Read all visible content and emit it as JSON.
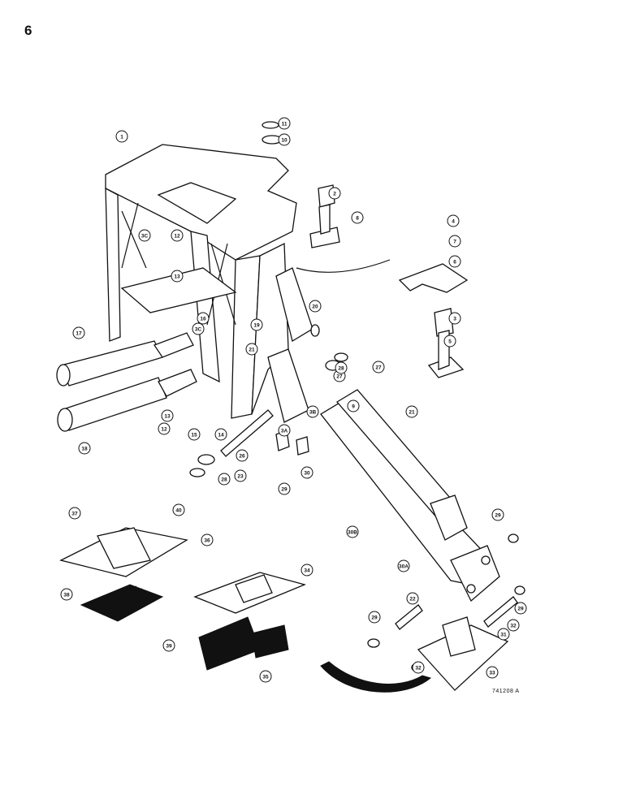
{
  "page_number": "6",
  "drawing_code": "741208 A",
  "callouts": [
    "1",
    "2",
    "3",
    "3A",
    "3B",
    "3C",
    "3C",
    "4",
    "5",
    "6",
    "7",
    "8",
    "9",
    "10",
    "11",
    "12",
    "12",
    "13",
    "13",
    "14",
    "15",
    "16",
    "17",
    "18",
    "19",
    "20",
    "21",
    "21",
    "22",
    "23",
    "26",
    "27",
    "27",
    "28",
    "28",
    "29",
    "29",
    "29",
    "29",
    "30",
    "30A",
    "30B",
    "31",
    "32",
    "32",
    "33",
    "34",
    "35",
    "36",
    "37",
    "38",
    "39",
    "40"
  ]
}
